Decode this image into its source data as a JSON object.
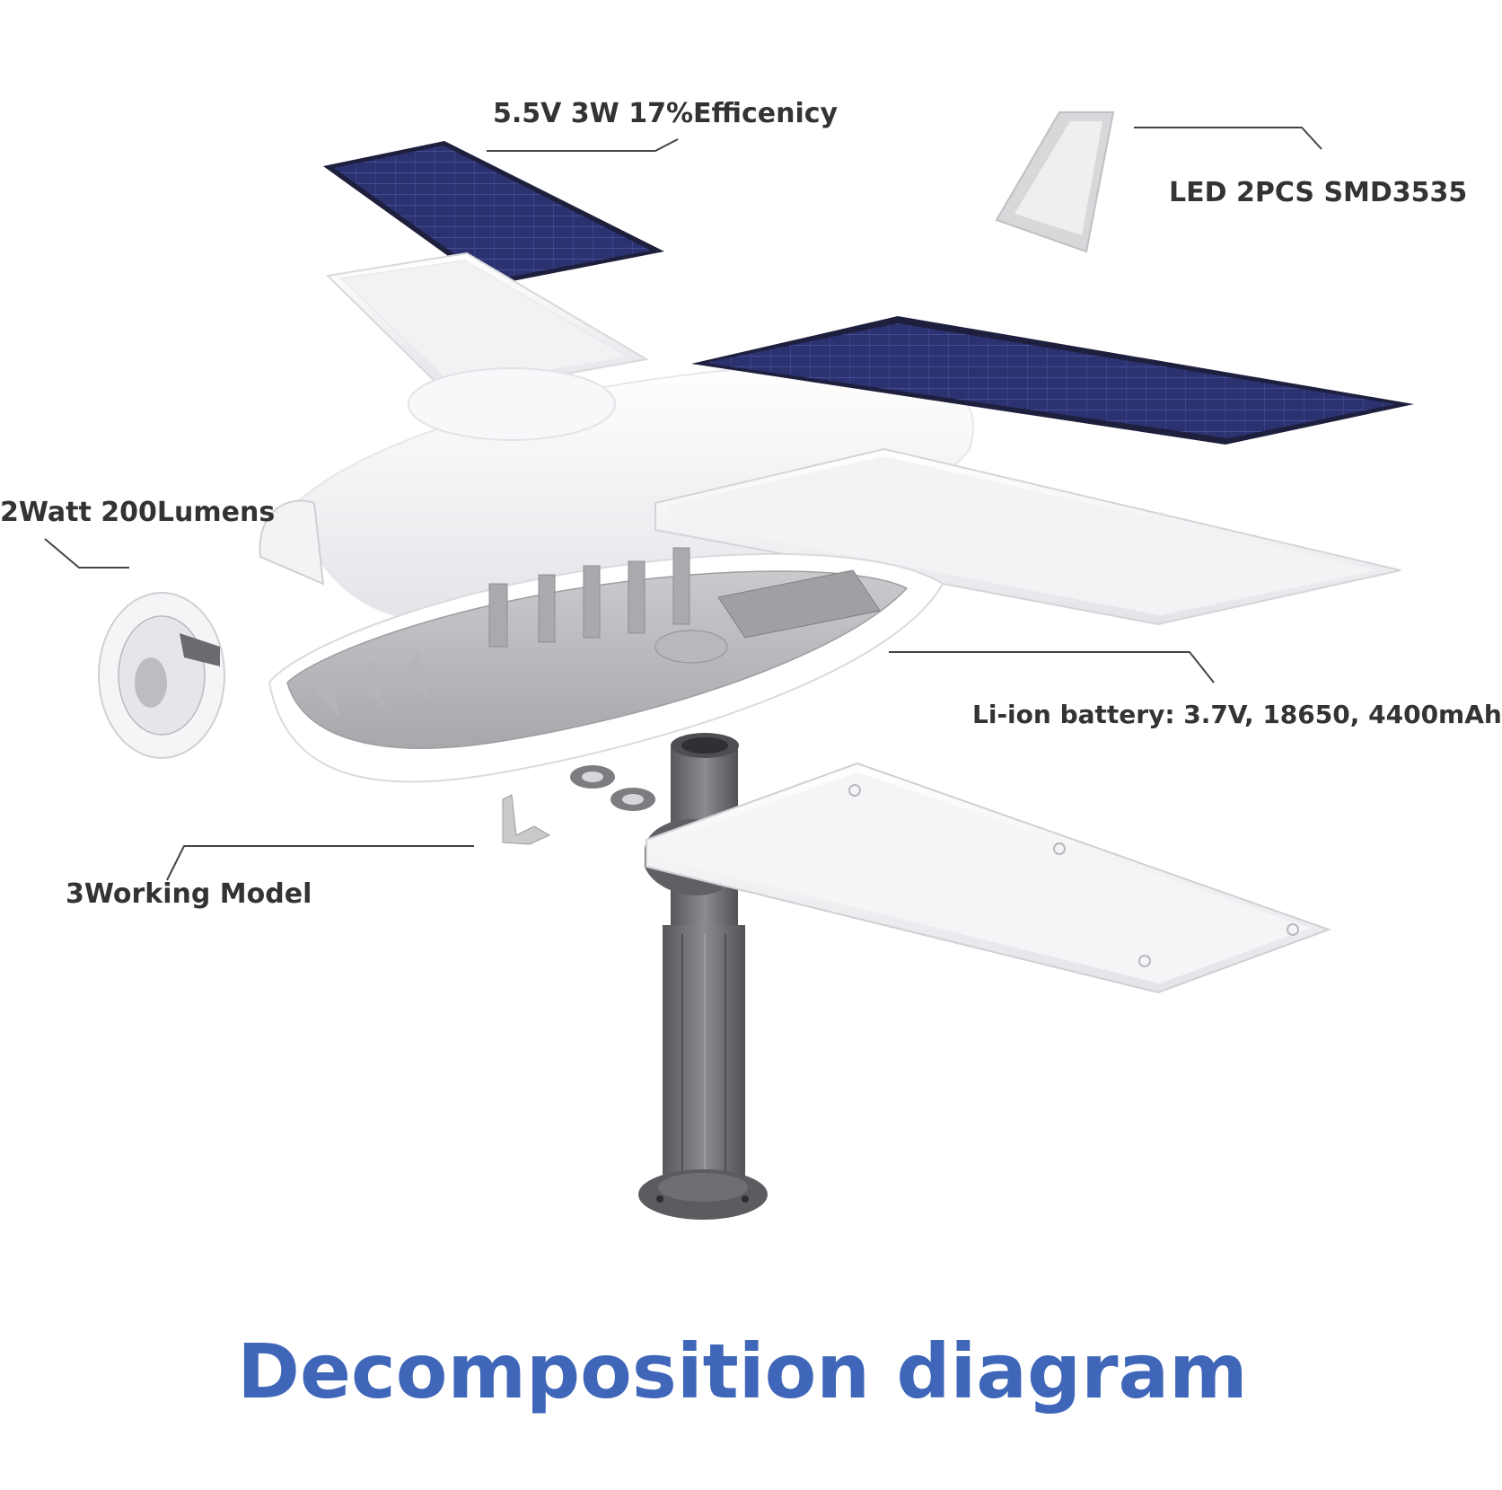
{
  "title": "Decomposition diagram",
  "labels": {
    "solar_panel": "5.5V 3W 17%Efficenicy",
    "led": "LED 2PCS SMD3535",
    "lumens": "2Watt 200Lumens",
    "battery": "Li-ion battery: 3.7V, 18650, 4400mAh",
    "working_model": "3Working Model"
  },
  "colors": {
    "title": "#3f66b8",
    "label": "#333333",
    "solar_cell": "#2e3370",
    "housing": "#f4f4f6",
    "pole": "#6b6d70"
  }
}
